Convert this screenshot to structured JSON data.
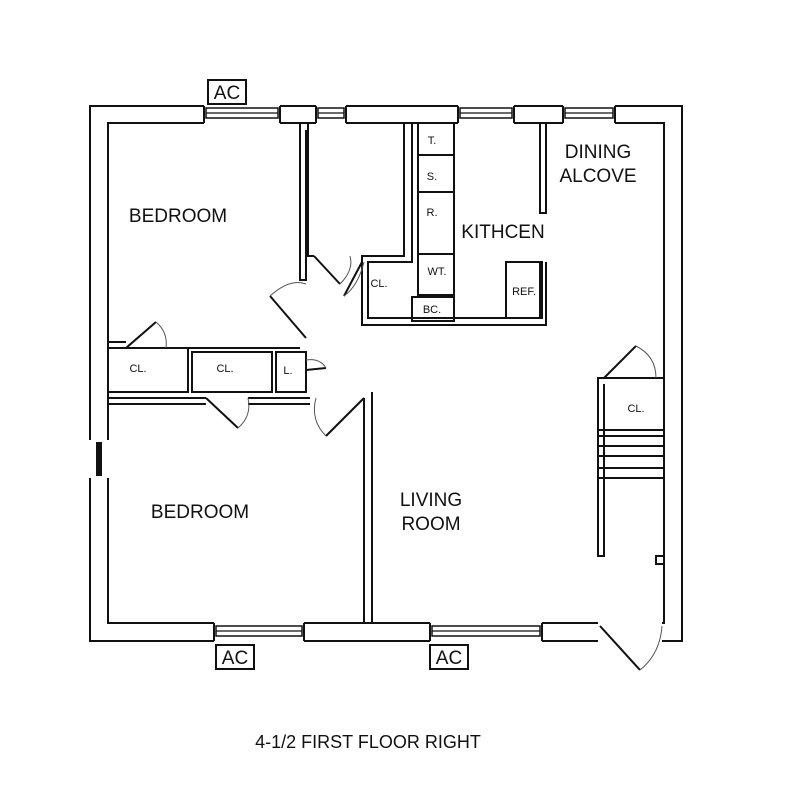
{
  "plan": {
    "caption": "4-1/2 FIRST FLOOR RIGHT",
    "rooms": {
      "bedroom_top": "BEDROOM",
      "bedroom_bottom": "BEDROOM",
      "kitchen": "KITHCEN",
      "dining_line1": "DINING",
      "dining_line2": "ALCOVE",
      "living_line1": "LIVING",
      "living_line2": "ROOM"
    },
    "fixtures": {
      "t": "T.",
      "s": "S.",
      "r": "R.",
      "wt": "WT.",
      "bc": "BC.",
      "ref": "REF."
    },
    "closets": {
      "kitchen_closet": "CL.",
      "left_closet": "CL.",
      "middle_closet": "CL.",
      "linen": "L.",
      "stair_closet": "CL."
    },
    "ac_units": {
      "top": "AC",
      "bottom_left": "AC",
      "bottom_right": "AC"
    }
  }
}
